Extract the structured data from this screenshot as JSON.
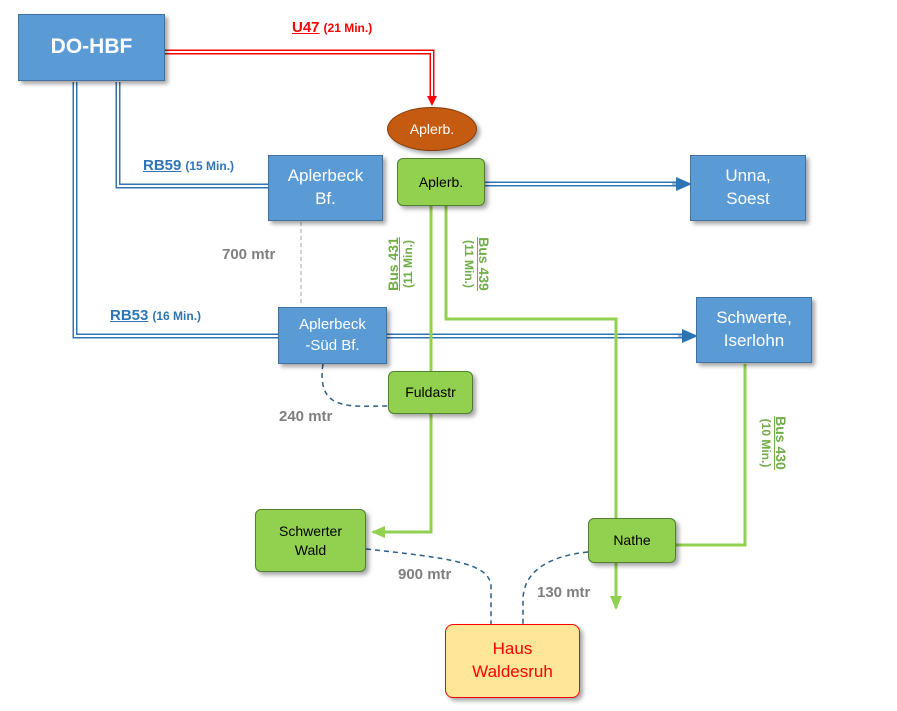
{
  "nodes": {
    "do_hbf": "DO-HBF",
    "aplerb_u": "Aplerb.",
    "aplerb_bus": "Aplerb.",
    "aplerbeck_bf": "Aplerbeck\nBf.",
    "unna": "Unna,\nSoest",
    "aplerbeck_sued": "Aplerbeck\n-Süd Bf.",
    "schwerte": "Schwerte,\nIserlohn",
    "fuldastr": "Fuldastr",
    "schwerter_wald": "Schwerter\nWald",
    "nathe": "Nathe",
    "haus": "Haus\nWaldesruh"
  },
  "lines": {
    "u47": {
      "name": "U47",
      "duration": "(21 Min.)",
      "color": "#ff0000"
    },
    "rb59": {
      "name": "RB59",
      "duration": "(15 Min.)",
      "color": "#2e75b6"
    },
    "rb53": {
      "name": "RB53",
      "duration": "(16 Min.)",
      "color": "#2e75b6"
    },
    "bus431": {
      "name": "Bus 431",
      "duration": "(11 Min.)",
      "color": "#70ad47"
    },
    "bus439": {
      "name": "Bus 439",
      "duration": "(11 Min.)",
      "color": "#70ad47"
    },
    "bus430": {
      "name": "Bus 430",
      "duration": "(10 Min.)",
      "color": "#70ad47"
    }
  },
  "distances": {
    "d700": "700 mtr",
    "d240": "240 mtr",
    "d900": "900 mtr",
    "d130": "130 mtr"
  }
}
